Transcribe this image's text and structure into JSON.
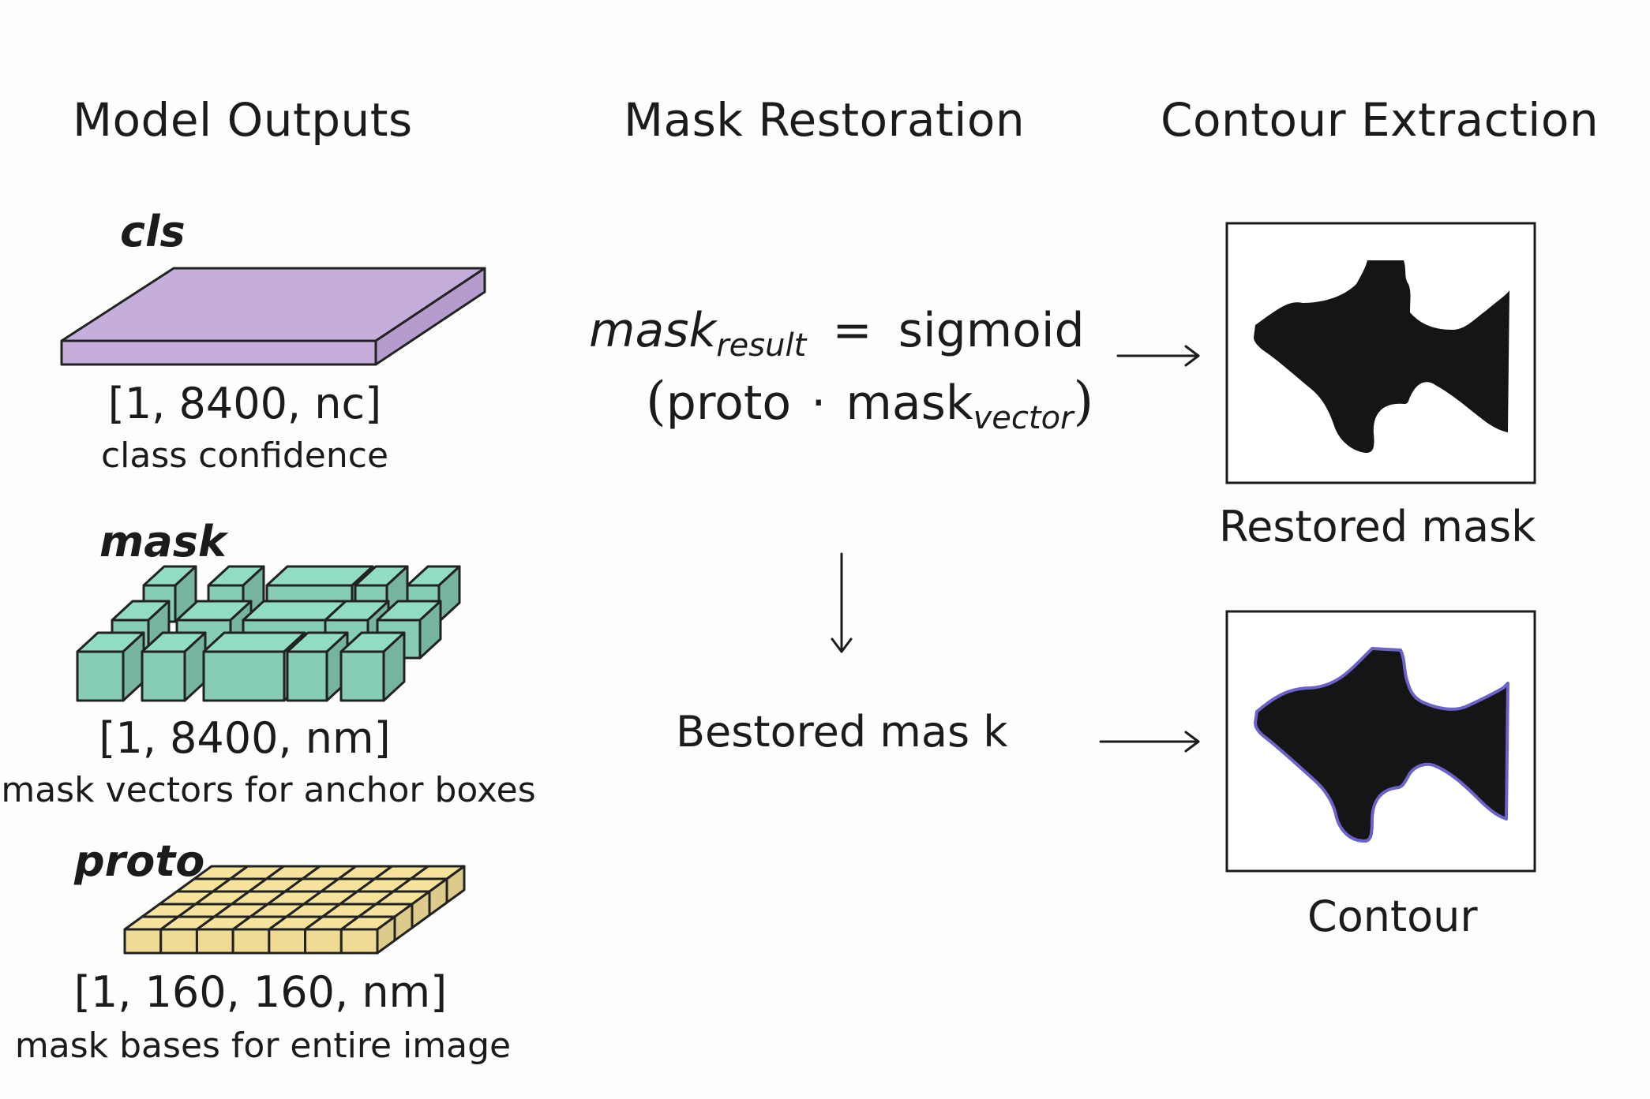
{
  "headings": {
    "model_outputs": "Model Outputs",
    "mask_restoration": "Mask Restoration",
    "contour_extraction": "Contour Extraction"
  },
  "outputs": {
    "cls": {
      "name": "cls",
      "shape": "[1, 8400, nc]",
      "description": "class confidence",
      "color": "#c5aedb"
    },
    "mask": {
      "name": "mask",
      "shape": "[1, 8400, nm]",
      "description": "mask vectors for anchor boxes",
      "color": "#86cdb4"
    },
    "proto": {
      "name": "proto",
      "shape": "[1, 160, 160, nm]",
      "description": "mask bases for entire image",
      "color": "#f6e29a"
    }
  },
  "equation": {
    "lhs": "mask",
    "lhs_sub": "result",
    "equals": "=",
    "fn": "sigmoid",
    "open_paren": "(",
    "arg1": "proto",
    "dot": "·",
    "arg2": "mask",
    "arg2_sub": "vector",
    "close_paren": ")"
  },
  "intermediate_label": "Bestored mas k",
  "panels": {
    "restored": {
      "caption": "Restored mask"
    },
    "contour": {
      "caption": "Contour",
      "outline_color": "#6b63c9"
    }
  }
}
